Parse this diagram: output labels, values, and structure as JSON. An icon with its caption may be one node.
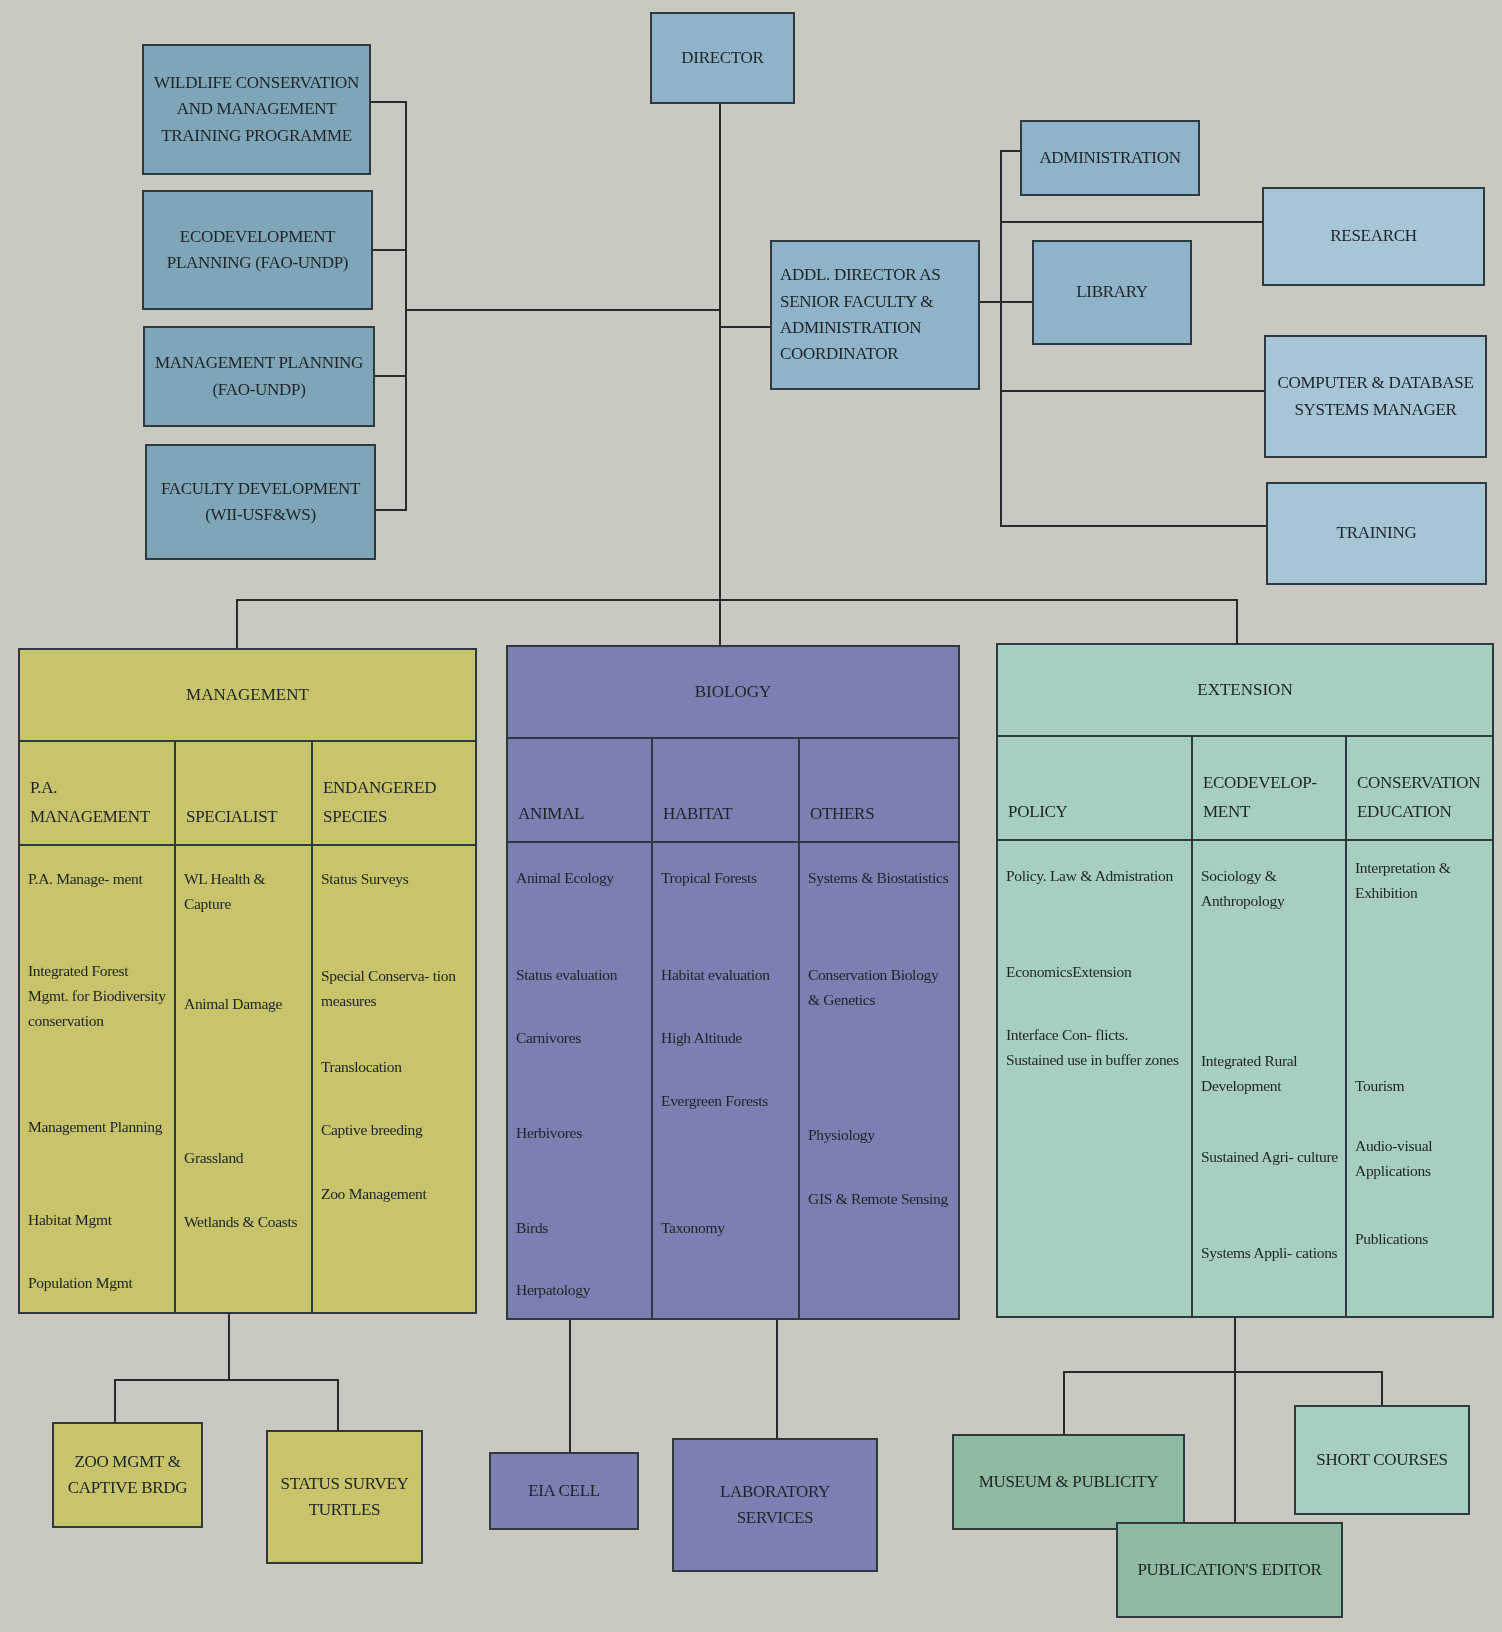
{
  "diagram": {
    "nodes": [
      {
        "text": [
          "DIRECTOR"
        ]
      },
      {
        "text": [
          "WILDLIFE CONSERVATION AND MANAGEMENT TRAINING PROGRAMME"
        ]
      },
      {
        "text": [
          "ECODEVELOPMENT PLANNING (FAO-UNDP)"
        ]
      },
      {
        "text": [
          "MANAGEMENT PLANNING (FAO-UNDP)"
        ]
      },
      {
        "text": [
          "FACULTY DEVELOPMENT (WII-USF&WS)"
        ]
      },
      {
        "text": [
          "ADDL. DIRECTOR AS SENIOR FACULTY & ADMINISTRATION COORDINATOR"
        ]
      },
      {
        "text": [
          "ADMINISTRATION"
        ]
      },
      {
        "text": [
          "RESEARCH"
        ]
      },
      {
        "text": [
          "LIBRARY"
        ]
      },
      {
        "text": [
          "COMPUTER & DATABASE SYSTEMS MANAGER"
        ]
      },
      {
        "text": [
          "TRAINING"
        ]
      },
      {
        "text": [
          "MANAGEMENT"
        ]
      },
      {
        "text": [
          "BIOLOGY"
        ]
      },
      {
        "text": [
          "EXTENSION"
        ]
      },
      {
        "text": [
          "P.A. MANAGEMENT",
          "P.A. Manage- ment",
          "Integrated Forest Mgmt. for Biodiversity conservation",
          "Management Planning",
          "Habitat Mgmt",
          "Population Mgmt"
        ],
        "in": 11
      },
      {
        "text": [
          "SPECIALIST",
          "WL Health & Capture",
          "Animal Damage",
          "Grassland",
          "Wetlands & Coasts"
        ],
        "in": 11
      },
      {
        "text": [
          "ENDANGERED SPECIES",
          "Status Surveys",
          "Special Conserva- tion measures",
          "Translocation",
          "Captive breeding",
          "Zoo Management"
        ],
        "in": 11
      },
      {
        "text": [
          "ANIMAL",
          "Animal Ecology",
          "Status evaluation",
          "Carnivores",
          "Herbivores",
          "Birds",
          "Herpatology"
        ],
        "in": 12
      },
      {
        "text": [
          "HABITAT",
          "Tropical Forests",
          "Habitat evaluation",
          "High Altitude",
          "Evergreen Forests",
          "Taxonomy"
        ],
        "in": 12
      },
      {
        "text": [
          "OTHERS",
          "Systems & Biostatistics",
          "Conservation Biology & Genetics",
          "Physiology",
          "GIS & Remote Sensing"
        ],
        "in": 12
      },
      {
        "text": [
          "POLICY",
          "Policy. Law & Admistration",
          "EconomicsExtension",
          "Interface Con- flicts. Sustained use in buffer zones"
        ],
        "in": 13
      },
      {
        "text": [
          "ECODEVELOP- MENT",
          "Sociology & Anthropology",
          "Integrated Rural Development",
          "Sustained Agri- culture",
          "Systems Appli- cations"
        ],
        "in": 13
      },
      {
        "text": [
          "CONSERVATION EDUCATION",
          "Interpretation & Exhibition",
          "Tourism",
          "Audio-visual Applications",
          "Publications"
        ],
        "in": 13
      },
      {
        "text": [
          "ZOO MGMT & CAPTIVE BRDG"
        ]
      },
      {
        "text": [
          "STATUS SURVEY TURTLES"
        ]
      },
      {
        "text": [
          "EIA CELL"
        ]
      },
      {
        "text": [
          "LABORATORY SERVICES"
        ]
      },
      {
        "text": [
          "MUSEUM & PUBLICITY"
        ]
      },
      {
        "text": [
          "SHORT COURSES"
        ]
      },
      {
        "text": [
          "PUBLICATION'S EDITOR"
        ]
      }
    ],
    "edges": [
      {
        "from": 0,
        "to": 1,
        "arrow": "none"
      },
      {
        "from": 0,
        "to": 2,
        "arrow": "none"
      },
      {
        "from": 0,
        "to": 3,
        "arrow": "none"
      },
      {
        "from": 0,
        "to": 4,
        "arrow": "none"
      },
      {
        "from": 0,
        "to": 5,
        "arrow": "none"
      },
      {
        "from": 5,
        "to": 6,
        "arrow": "none"
      },
      {
        "from": 5,
        "to": 7,
        "arrow": "none"
      },
      {
        "from": 5,
        "to": 8,
        "arrow": "none"
      },
      {
        "from": 5,
        "to": 9,
        "arrow": "none"
      },
      {
        "from": 5,
        "to": 10,
        "arrow": "none"
      },
      {
        "from": 0,
        "to": 11,
        "arrow": "none"
      },
      {
        "from": 0,
        "to": 12,
        "arrow": "none"
      },
      {
        "from": 0,
        "to": 13,
        "arrow": "none"
      },
      {
        "from": 11,
        "to": 23,
        "arrow": "none"
      },
      {
        "from": 11,
        "to": 24,
        "arrow": "none"
      },
      {
        "from": 12,
        "to": 25,
        "arrow": "none"
      },
      {
        "from": 12,
        "to": 26,
        "arrow": "none"
      },
      {
        "from": 13,
        "to": 27,
        "arrow": "none"
      },
      {
        "from": 13,
        "to": 28,
        "arrow": "none"
      },
      {
        "from": 13,
        "to": 29,
        "arrow": "none"
      }
    ]
  }
}
